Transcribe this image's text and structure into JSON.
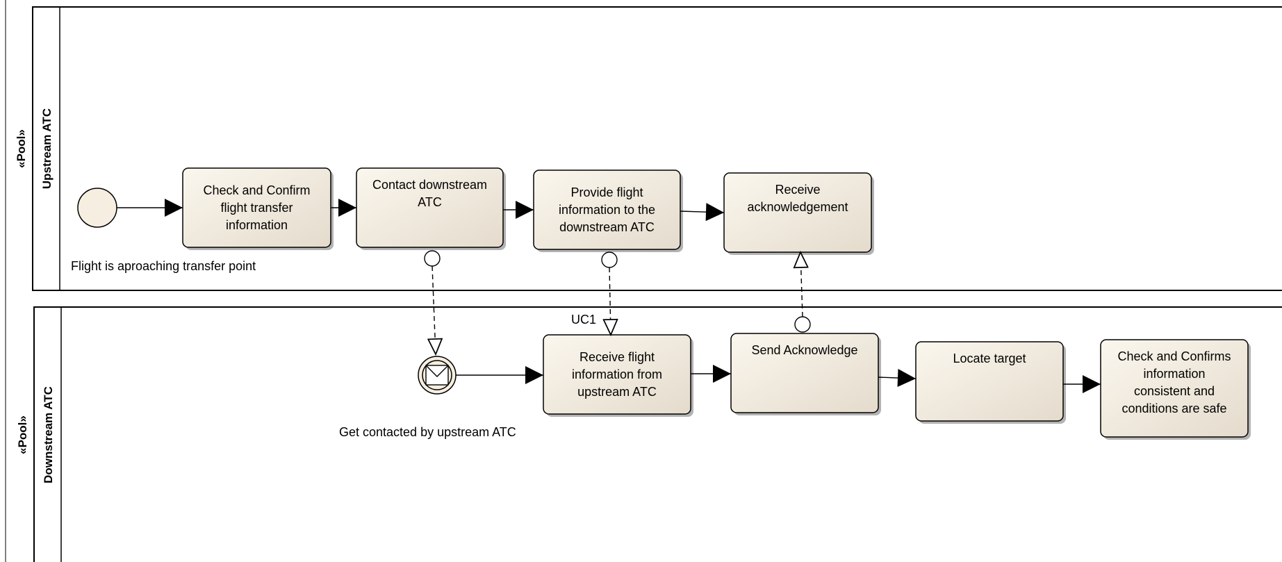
{
  "pools": [
    {
      "stereotype": "«Pool»",
      "name": "Upstream ATC"
    },
    {
      "stereotype": "«Pool»",
      "name": "Downstream ATC"
    }
  ],
  "start_event": {
    "label": "Flight is aproaching transfer point"
  },
  "message_start_event": {
    "label": "Get contacted by upstream ATC",
    "icon": "envelope-icon"
  },
  "upstream_tasks": [
    {
      "label": "Check and Confirm\nflight transfer\ninformation"
    },
    {
      "label": "Contact downstream\nATC"
    },
    {
      "label": "Provide flight\ninformation to the\ndownstream ATC"
    },
    {
      "label": "Receive\nacknowledgement"
    }
  ],
  "downstream_tasks": [
    {
      "label": "Receive flight\ninformation from\nupstream ATC"
    },
    {
      "label": "Send Acknowledge"
    },
    {
      "label": "Locate target"
    },
    {
      "label": "Check and Confirms\ninformation\nconsistent and\nconditions are safe"
    }
  ],
  "message_flows": [
    {
      "label": "UC1"
    }
  ],
  "colors": {
    "task_fill_light": "#fbf7ee",
    "task_fill_dark": "#e6ddcf",
    "event_fill": "#f6eee0",
    "line": "#000000",
    "shadow": "#b3b3b3"
  }
}
